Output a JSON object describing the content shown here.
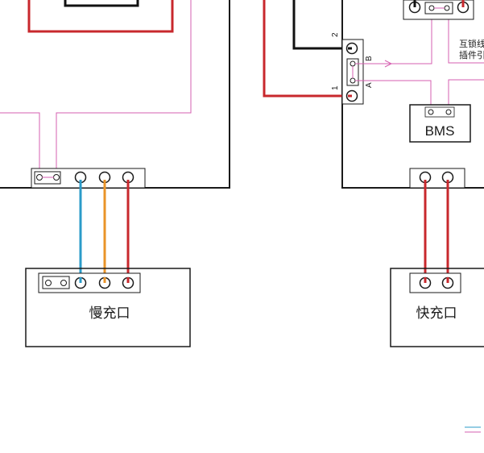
{
  "labels": {
    "slow_port": "慢充口",
    "fast_port": "快充口",
    "bms": "BMS",
    "interlock_line1": "互锁线",
    "interlock_line2": "插件引",
    "pin_1": "1",
    "pin_2": "2",
    "pin_a": "A",
    "pin_b": "B"
  },
  "colors": {
    "red": "#c8282d",
    "blue": "#2b9bc9",
    "orange": "#ea9428",
    "black": "#111111",
    "magenta": "#d65fb0",
    "box_stroke": "#1a1a1a"
  }
}
